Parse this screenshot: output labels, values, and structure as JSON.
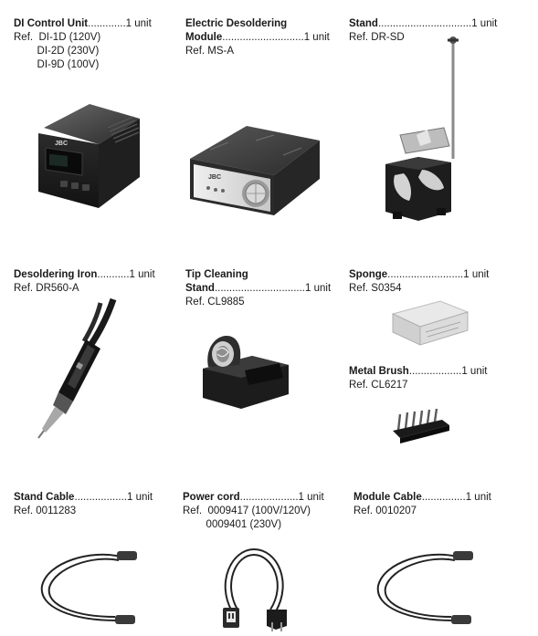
{
  "items": [
    {
      "key": "control-unit",
      "name_lines": [
        "DI Control Unit"
      ],
      "leader": ".............",
      "qty": "1 unit",
      "ref_lines": [
        "Ref.  DI-1D (120V)",
        "        DI-2D (230V)",
        "        DI-9D (100V)"
      ],
      "image_logo": "JBC"
    },
    {
      "key": "desoldering-module",
      "name_lines": [
        "Electric Desoldering",
        "Module"
      ],
      "leader": "............................",
      "qty": "1 unit",
      "ref_lines": [
        "Ref. MS-A"
      ],
      "image_logo": "JBC"
    },
    {
      "key": "stand",
      "name_lines": [
        "Stand"
      ],
      "leader": "................................",
      "qty": "1 unit",
      "ref_lines": [
        "Ref. DR-SD"
      ]
    },
    {
      "key": "desoldering-iron",
      "name_lines": [
        "Desoldering Iron"
      ],
      "leader": "...........",
      "qty": "1 unit",
      "ref_lines": [
        "Ref. DR560-A"
      ]
    },
    {
      "key": "tip-cleaning-stand",
      "name_lines": [
        "Tip Cleaning",
        "Stand"
      ],
      "leader": "...............................",
      "qty": "1 unit",
      "ref_lines": [
        "Ref. CL9885"
      ]
    },
    {
      "key": "sponge",
      "name_lines": [
        "Sponge"
      ],
      "leader": "..........................",
      "qty": "1 unit",
      "ref_lines": [
        "Ref. S0354"
      ]
    },
    {
      "key": "metal-brush",
      "name_lines": [
        "Metal Brush"
      ],
      "leader": "..................",
      "qty": "1 unit",
      "ref_lines": [
        "Ref. CL6217"
      ]
    },
    {
      "key": "stand-cable",
      "name_lines": [
        "Stand Cable"
      ],
      "leader": "..................",
      "qty": "1 unit",
      "ref_lines": [
        "Ref. 0011283"
      ]
    },
    {
      "key": "power-cord",
      "name_lines": [
        "Power cord"
      ],
      "leader": "....................",
      "qty": "1 unit",
      "ref_lines": [
        "Ref.  0009417 (100V/120V)",
        "        0009401 (230V)"
      ]
    },
    {
      "key": "module-cable",
      "name_lines": [
        "Module Cable"
      ],
      "leader": "...............",
      "qty": "1 unit",
      "ref_lines": [
        "Ref. 0010207"
      ]
    }
  ]
}
